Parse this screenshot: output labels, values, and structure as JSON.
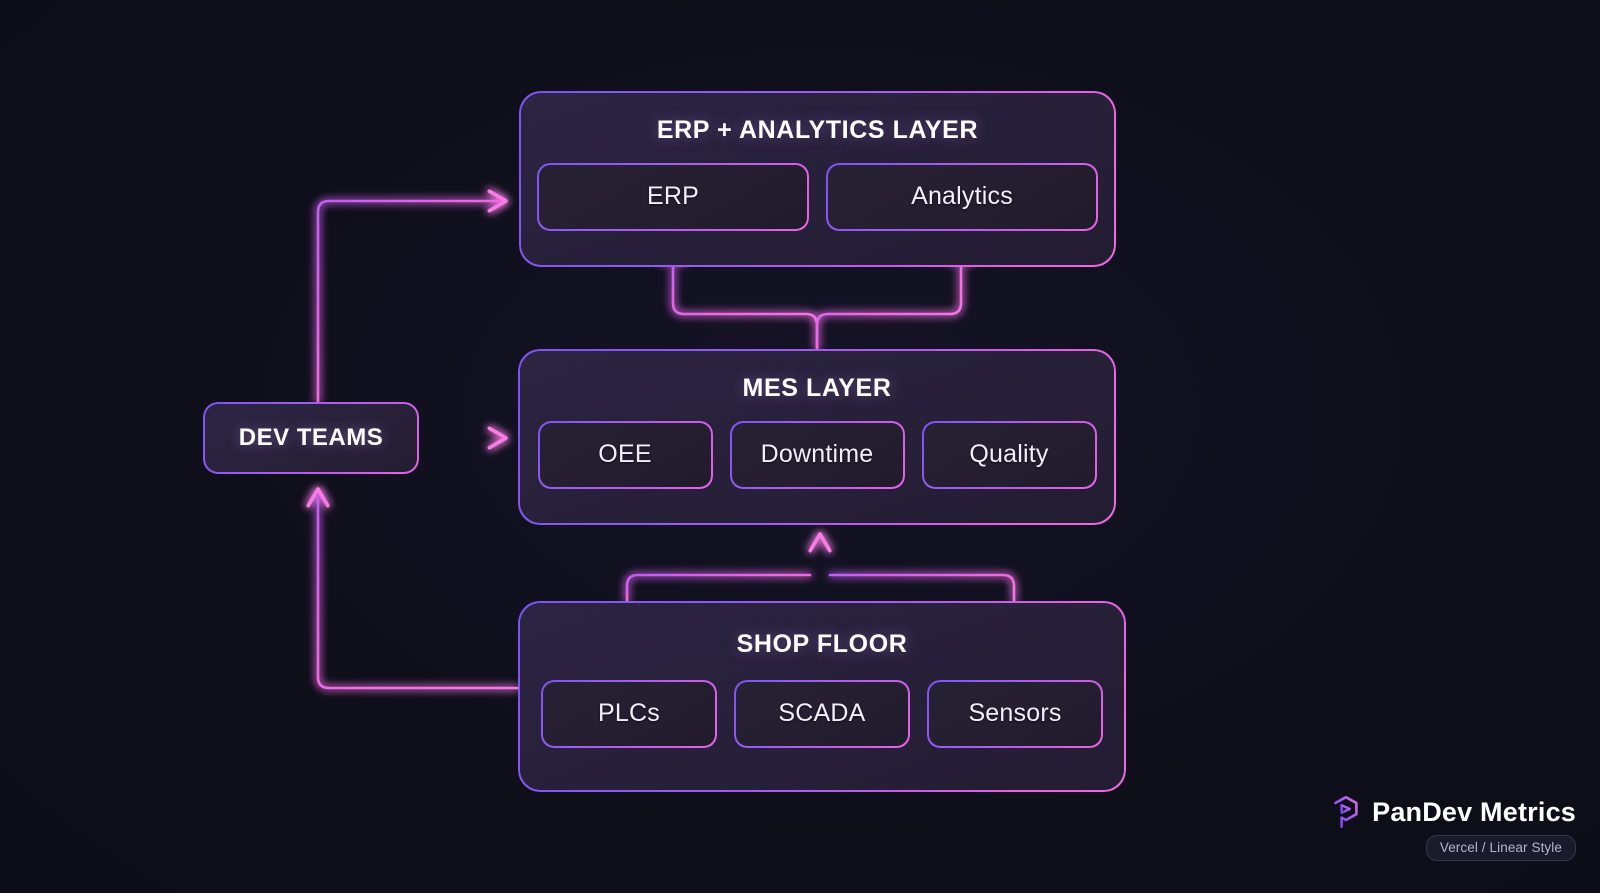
{
  "canvas": {
    "background": "#10101c",
    "accent_violet": "#7b53f2",
    "accent_magenta": "#e863e4",
    "wire_color": "#f06ae0"
  },
  "nodes": {
    "dev_teams": {
      "label": "DEV TEAMS"
    },
    "erp_layer": {
      "title": "ERP + ANALYTICS LAYER",
      "chips": [
        {
          "label": "ERP"
        },
        {
          "label": "Analytics"
        }
      ]
    },
    "mes_layer": {
      "title": "MES LAYER",
      "chips": [
        {
          "label": "OEE"
        },
        {
          "label": "Downtime"
        },
        {
          "label": "Quality"
        }
      ]
    },
    "shop_layer": {
      "title": "SHOP FLOOR",
      "chips": [
        {
          "label": "PLCs"
        },
        {
          "label": "SCADA"
        },
        {
          "label": "Sensors"
        }
      ]
    }
  },
  "edges": [
    {
      "name": "dev-teams-to-erp",
      "from": "DEV TEAMS",
      "to": "ERP + ANALYTICS LAYER"
    },
    {
      "name": "dev-teams-to-mes",
      "from": "DEV TEAMS",
      "to": "MES LAYER"
    },
    {
      "name": "shop-floor-to-dev-teams",
      "from": "SHOP FLOOR",
      "to": "DEV TEAMS"
    },
    {
      "name": "mes-to-erp",
      "from": "MES LAYER",
      "to": "ERP"
    },
    {
      "name": "mes-to-analytics",
      "from": "MES LAYER",
      "to": "Analytics"
    },
    {
      "name": "shop-floor-to-mes",
      "from": "SHOP FLOOR",
      "to": "MES LAYER"
    }
  ],
  "brand": {
    "name": "PanDev Metrics",
    "logo_icon": "pandev-logo-icon",
    "badge": "Vercel / Linear Style"
  }
}
